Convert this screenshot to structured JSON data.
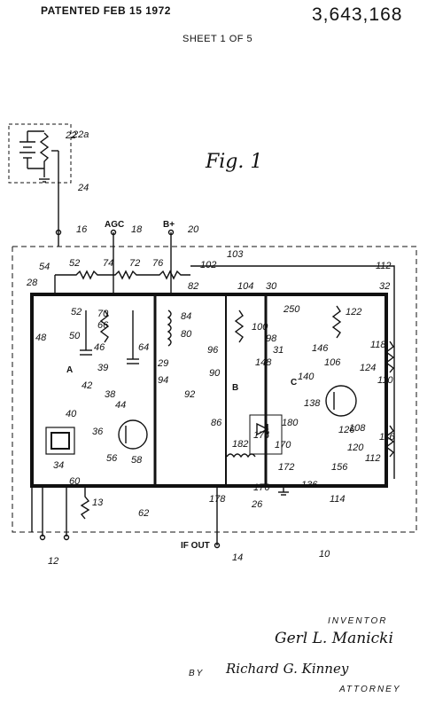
{
  "header": {
    "patented": "PATENTED FEB 15 1972",
    "patent_number": "3,643,168",
    "sheet": "SHEET 1 OF 5"
  },
  "figure_label": "Fig. 1",
  "signal_labels": {
    "agc": "AGC",
    "b_plus": "B+",
    "if_out": "IF OUT",
    "node_a": "A",
    "node_b": "B",
    "node_c": "C"
  },
  "reference_numerals": [
    "22",
    "22a",
    "24",
    "16",
    "18",
    "20",
    "103",
    "112",
    "28",
    "54",
    "52",
    "74",
    "72",
    "76",
    "102",
    "82",
    "104",
    "30",
    "32",
    "52",
    "50",
    "70",
    "66",
    "64",
    "84",
    "80",
    "100",
    "250",
    "122",
    "118",
    "48",
    "46",
    "39",
    "42",
    "38",
    "40",
    "44",
    "34",
    "29",
    "94",
    "96",
    "98",
    "31",
    "148",
    "140",
    "146",
    "106",
    "124",
    "110",
    "90",
    "92",
    "86",
    "180",
    "174",
    "170",
    "136",
    "138",
    "126",
    "108",
    "116",
    "120",
    "114",
    "156",
    "172",
    "176",
    "178",
    "182",
    "36",
    "56",
    "58",
    "60",
    "62",
    "13",
    "12",
    "14",
    "10",
    "26"
  ],
  "footer": {
    "inventor_label": "INVENTOR",
    "inventor_name": "Gerl L. Manicki",
    "by_label": "BY",
    "attorney_name": "Richard G. Kinney",
    "attorney_label": "ATTORNEY"
  }
}
